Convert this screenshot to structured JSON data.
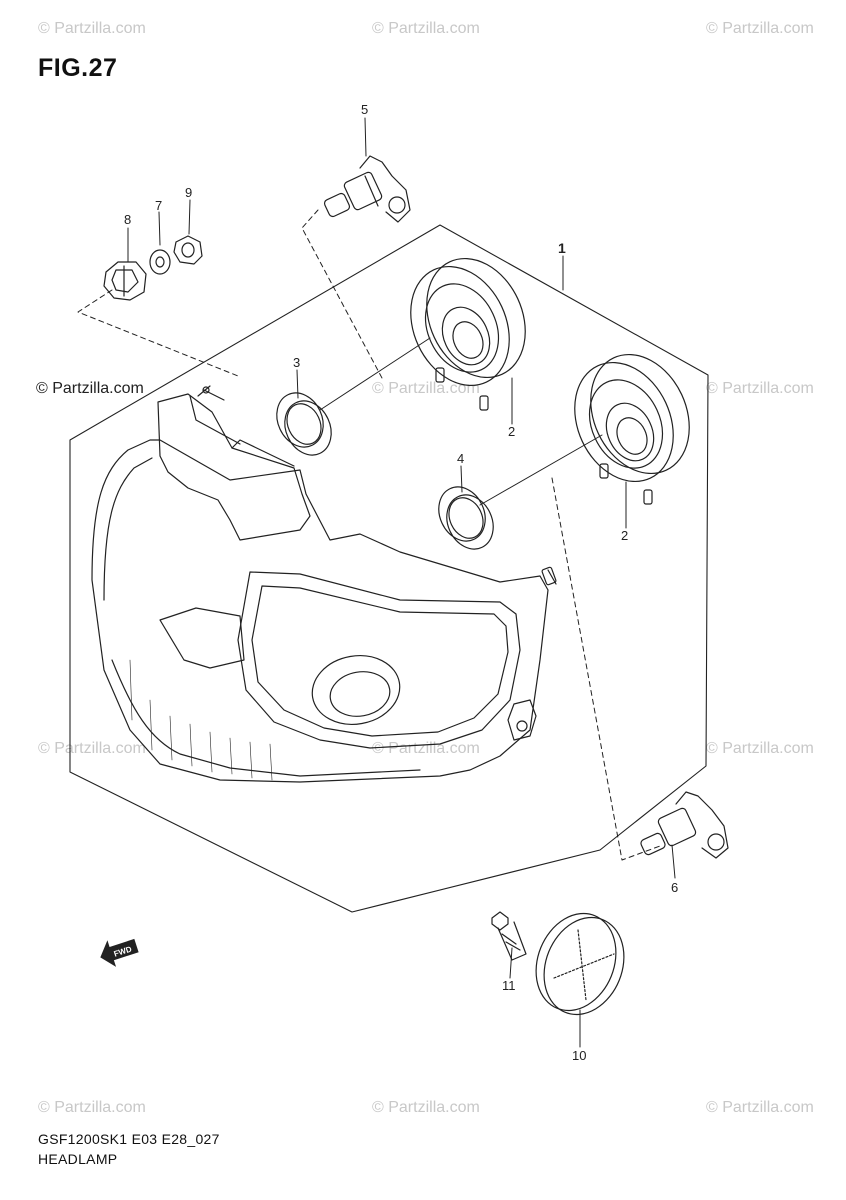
{
  "figure": {
    "title": "FIG.27"
  },
  "watermark": {
    "text": "© Partzilla.com"
  },
  "callouts": {
    "c1": "1",
    "c2a": "2",
    "c2b": "2",
    "c3": "3",
    "c4": "4",
    "c5": "5",
    "c6": "6",
    "c7": "7",
    "c8": "8",
    "c9": "9",
    "c10": "10",
    "c11": "11"
  },
  "direction_marker": {
    "label": "FWD",
    "icon": "forward-arrow-icon"
  },
  "footer": {
    "model_code": "GSF1200SK1 E03 E28_027",
    "section_name": "HEADLAMP"
  }
}
